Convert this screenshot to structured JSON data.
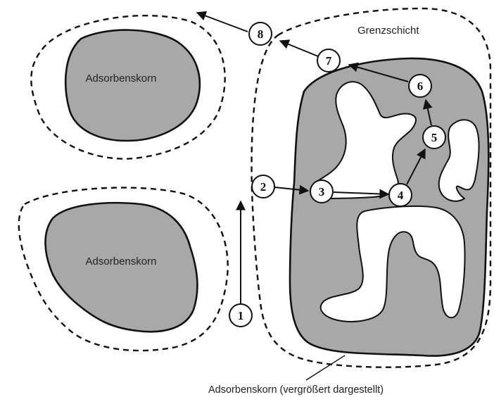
{
  "labels": {
    "grain_top_left": "Adsorbenskorn",
    "grain_bottom_left": "Adsorbenskorn",
    "boundary_layer": "Grenzschicht",
    "grain_enlarged_caption": "Adsorbenskorn (vergrößert dargestellt)"
  },
  "steps": [
    "1",
    "2",
    "3",
    "4",
    "5",
    "6",
    "7",
    "8"
  ],
  "colors": {
    "grain_fill": "#a8a8a8",
    "outline": "#111111",
    "background": "#ffffff"
  }
}
